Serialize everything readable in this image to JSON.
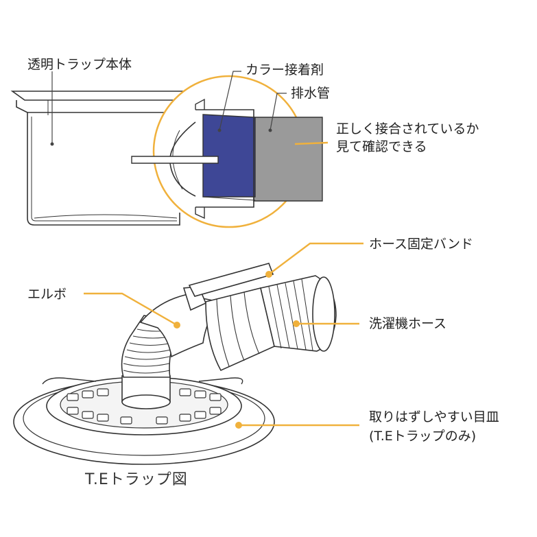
{
  "colors": {
    "leader": "#F0B13C",
    "adhesive": "#3E4796",
    "drain_pipe": "#9A9A9A",
    "outline": "#333333"
  },
  "labels": {
    "trap_body": "透明トラップ本体",
    "color_adhesive": "カラー接着剤",
    "drain_pipe": "排水管",
    "check_line1": "正しく接合されているか",
    "check_line2": "見て確認できる",
    "hose_band": "ホース固定バンド",
    "elbow": "エルボ",
    "washer_hose": "洗濯機ホース",
    "plate_line1": "取りはずしやすい目皿",
    "plate_line2": "(T.Eトラップのみ)"
  },
  "caption": "T.Eトラップ図"
}
